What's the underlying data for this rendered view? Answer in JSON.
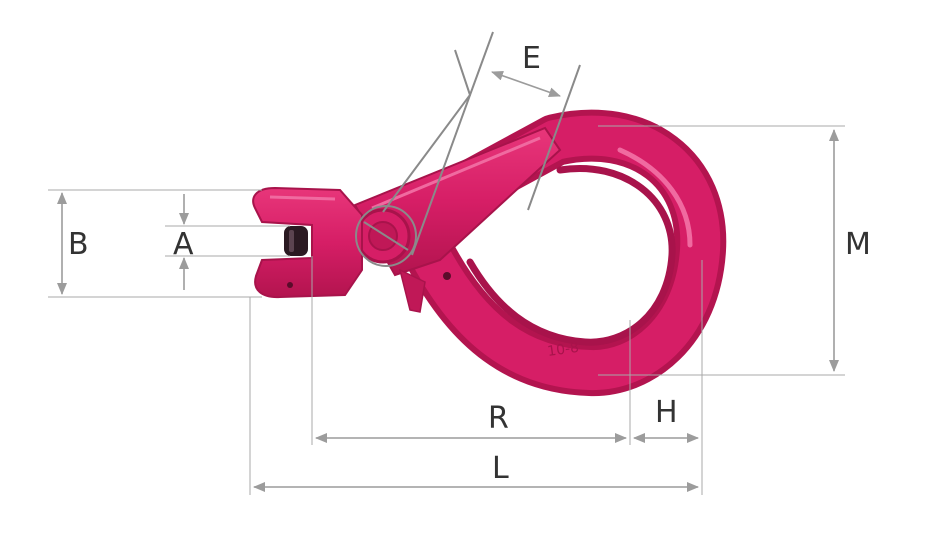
{
  "colors": {
    "hook_body": "#d61e66",
    "hook_shadow": "#a8134b",
    "hook_highlight": "#f06aa0",
    "pin": "#2b1a22",
    "dimension_lines": "#9c9c9c",
    "label_text": "#333333"
  },
  "dimensions": {
    "a": "A",
    "b": "B",
    "e": "E",
    "h": "H",
    "l": "L",
    "m": "M",
    "r": "R"
  },
  "embossed_marking": "10-8"
}
